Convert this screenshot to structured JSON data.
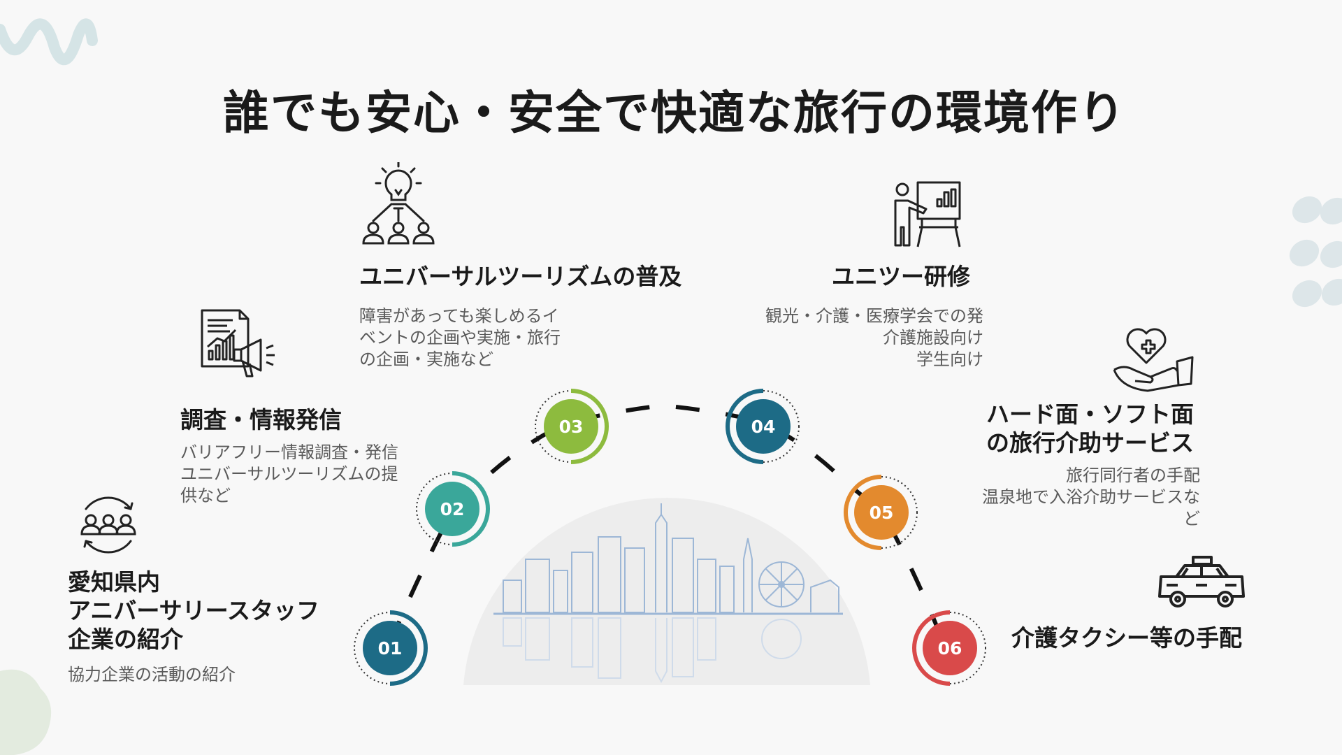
{
  "title": "誰でも安心・安全で快適な旅行の環境作り",
  "colors": {
    "step_01": "#1d6b86",
    "step_02": "#3aa79a",
    "step_03": "#8dbb3e",
    "step_04": "#1d6b86",
    "step_05": "#e38a2e",
    "step_06": "#d94a4a"
  },
  "steps": [
    {
      "number": "01",
      "icon": "people-cycle-icon",
      "heading_lines": [
        "愛知県内",
        "アニバーサリースタッフ",
        "企業の紹介"
      ],
      "desc_lines": [
        "協力企業の活動の紹介"
      ]
    },
    {
      "number": "02",
      "icon": "report-megaphone-icon",
      "heading_lines": [
        "調査・情報発信"
      ],
      "desc_lines": [
        "バリアフリー情報調査・発信",
        "ユニバーサルツーリズムの提",
        "供など"
      ]
    },
    {
      "number": "03",
      "icon": "idea-network-icon",
      "heading_lines": [
        "ユニバーサルツーリズムの普及"
      ],
      "desc_lines": [
        "障害があっても楽しめるイ",
        "ベントの企画や実施・旅行",
        "の企画・実施など"
      ]
    },
    {
      "number": "04",
      "icon": "presentation-icon",
      "heading_lines": [
        "ユニツー研修"
      ],
      "desc_lines": [
        "観光・介護・医療学会での発",
        "介護施設向け",
        "学生向け"
      ]
    },
    {
      "number": "05",
      "icon": "heart-hand-care-icon",
      "heading_lines": [
        "ハード面・ソフト面",
        "の旅行介助サービス"
      ],
      "desc_lines": [
        "旅行同行者の手配",
        "温泉地で入浴介助サービスな",
        "ど"
      ]
    },
    {
      "number": "06",
      "icon": "taxi-icon",
      "heading_lines": [
        "介護タクシー等の手配"
      ],
      "desc_lines": []
    }
  ]
}
